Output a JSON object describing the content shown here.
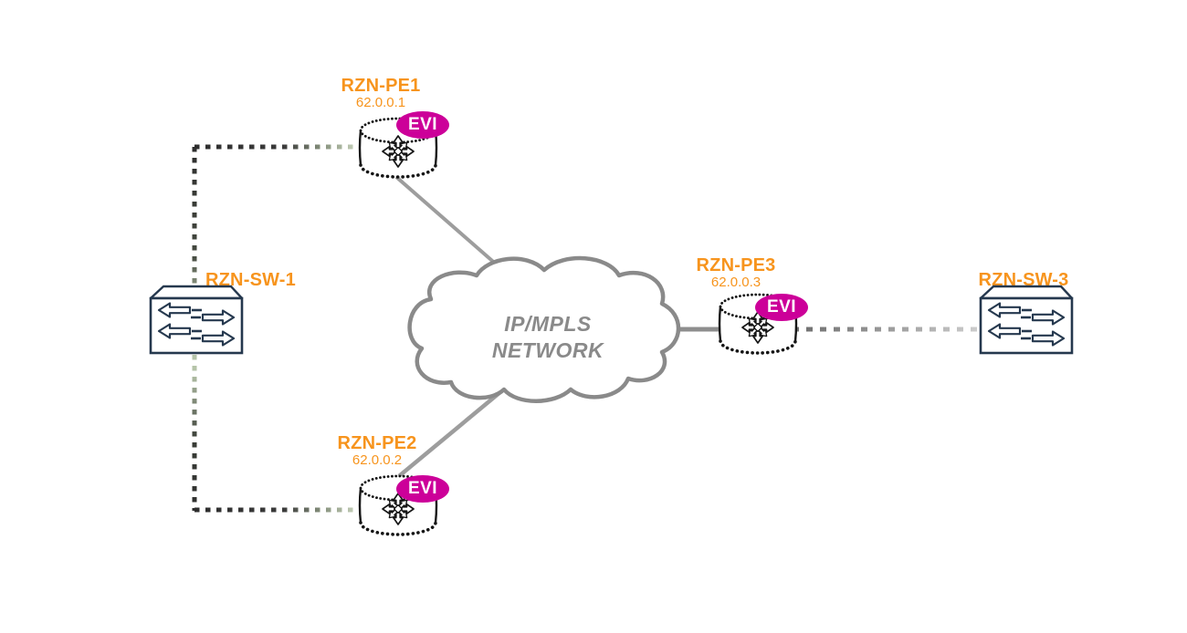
{
  "diagram": {
    "colors": {
      "label_orange": "#f7941d",
      "evi_magenta": "#cc0099",
      "switch_navy": "#25384e",
      "router_black": "#161616",
      "cloud_gray": "#8a8a8a",
      "solid_link_gray": "#9d9d9d"
    },
    "cloud": {
      "line1": "IP/MPLS",
      "line2": "NETWORK"
    },
    "nodes": [
      {
        "id": "rzn-pe1",
        "type": "router",
        "name": "RZN-PE1",
        "ip": "62.0.0.1",
        "badge": "EVI"
      },
      {
        "id": "rzn-pe2",
        "type": "router",
        "name": "RZN-PE2",
        "ip": "62.0.0.2",
        "badge": "EVI"
      },
      {
        "id": "rzn-pe3",
        "type": "router",
        "name": "RZN-PE3",
        "ip": "62.0.0.3",
        "badge": "EVI"
      },
      {
        "id": "rzn-sw-1",
        "type": "switch",
        "name": "RZN-SW-1"
      },
      {
        "id": "rzn-sw-3",
        "type": "switch",
        "name": "RZN-SW-3"
      }
    ],
    "links": [
      {
        "from": "RZN-SW-1",
        "to": "RZN-PE1",
        "style": "dashed"
      },
      {
        "from": "RZN-SW-1",
        "to": "RZN-PE2",
        "style": "dashed"
      },
      {
        "from": "RZN-PE1",
        "to": "IP/MPLS NETWORK",
        "style": "solid"
      },
      {
        "from": "RZN-PE2",
        "to": "IP/MPLS NETWORK",
        "style": "solid"
      },
      {
        "from": "RZN-PE3",
        "to": "IP/MPLS NETWORK",
        "style": "solid"
      },
      {
        "from": "RZN-PE3",
        "to": "RZN-SW-3",
        "style": "dashed"
      }
    ]
  }
}
